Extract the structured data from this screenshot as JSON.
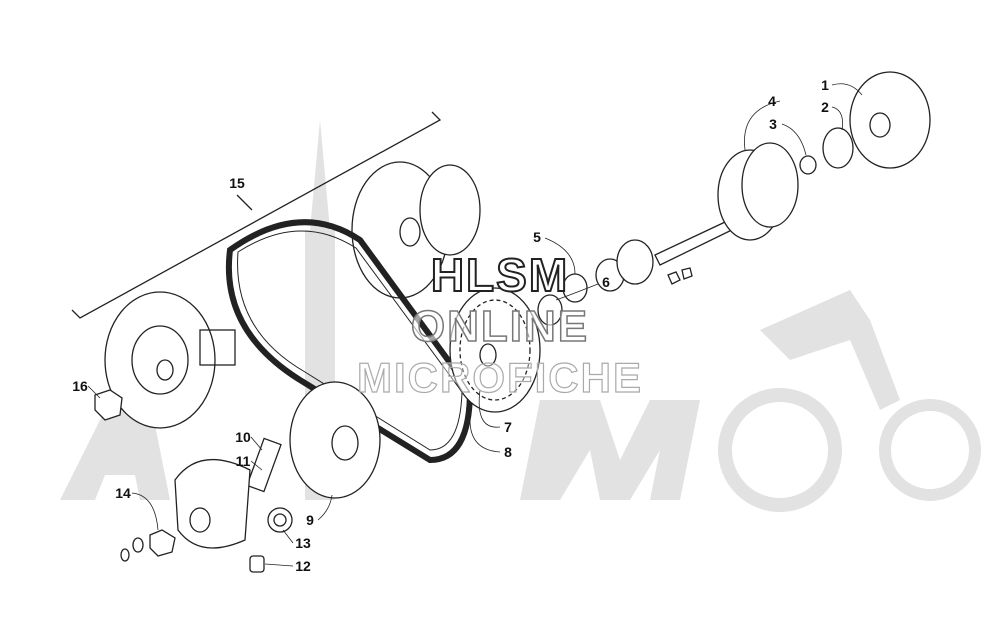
{
  "watermark": {
    "line1": "HLSM",
    "line2": "ONLINE",
    "line3": "MICROFICHE"
  },
  "callouts": [
    "1",
    "2",
    "3",
    "4",
    "5",
    "6",
    "7",
    "8",
    "9",
    "10",
    "11",
    "12",
    "13",
    "14",
    "15",
    "16"
  ],
  "colors": {
    "line": "#222222",
    "watermark_gray": "#d8d8d8"
  }
}
